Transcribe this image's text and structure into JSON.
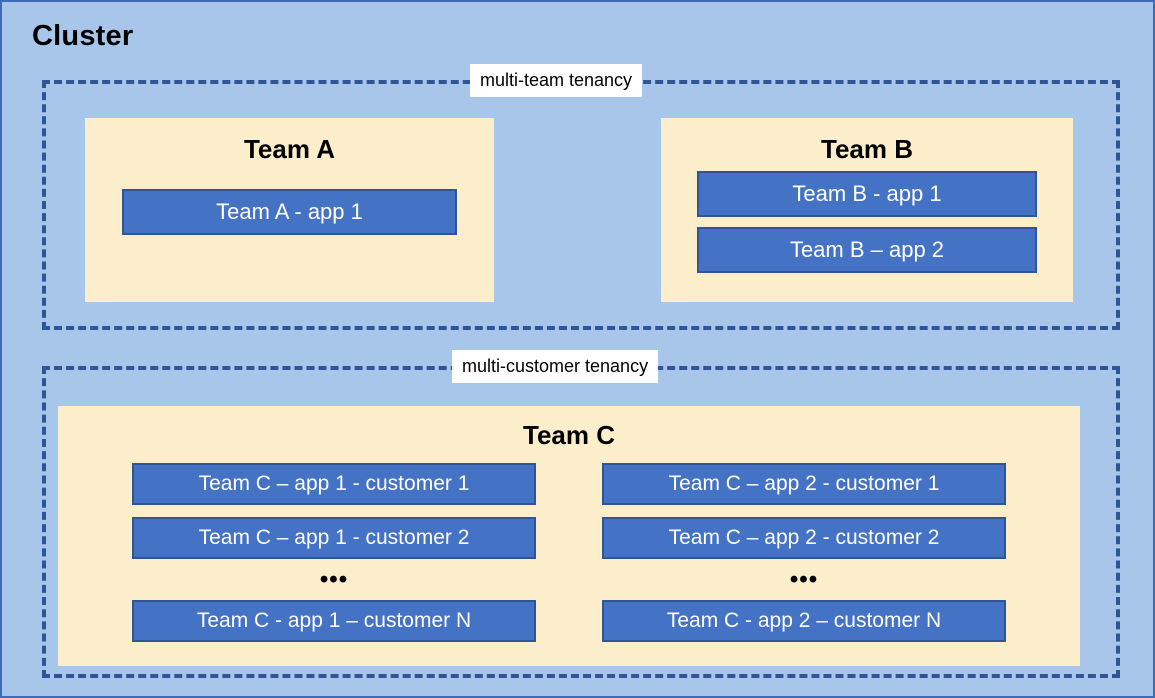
{
  "diagram": {
    "title": "Cluster",
    "colors": {
      "canvas_background": "#A8C6EA",
      "canvas_border": "#3F6AB5",
      "tenancy_border": "#2F5597",
      "team_panel_background": "#FDEECB",
      "app_box_fill": "#4472C4",
      "app_box_border": "#2F5597",
      "app_box_text": "#FFFFFF",
      "label_chip_background": "#FFFFFF",
      "heading_text": "#000000"
    },
    "tenancies": [
      {
        "id": "multi-team",
        "label": "multi-team tenancy",
        "teams": [
          {
            "id": "team-a",
            "heading": "Team A",
            "apps": [
              {
                "label": "Team A - app 1"
              }
            ]
          },
          {
            "id": "team-b",
            "heading": "Team B",
            "apps": [
              {
                "label": "Team B - app 1"
              },
              {
                "label": "Team B – app 2"
              }
            ]
          }
        ]
      },
      {
        "id": "multi-customer",
        "label": "multi-customer tenancy",
        "teams": [
          {
            "id": "team-c",
            "heading": "Team C",
            "columns": [
              {
                "id": "team-c-app-1",
                "apps_top": [
                  {
                    "label": "Team C – app 1 - customer 1"
                  },
                  {
                    "label": "Team C – app 1 - customer 2"
                  }
                ],
                "ellipsis": "•••",
                "apps_bottom": [
                  {
                    "label": "Team C - app 1 – customer N"
                  }
                ]
              },
              {
                "id": "team-c-app-2",
                "apps_top": [
                  {
                    "label": "Team C – app 2 - customer 1"
                  },
                  {
                    "label": "Team C – app 2 - customer 2"
                  }
                ],
                "ellipsis": "•••",
                "apps_bottom": [
                  {
                    "label": "Team C - app 2 – customer N"
                  }
                ]
              }
            ]
          }
        ]
      }
    ]
  }
}
